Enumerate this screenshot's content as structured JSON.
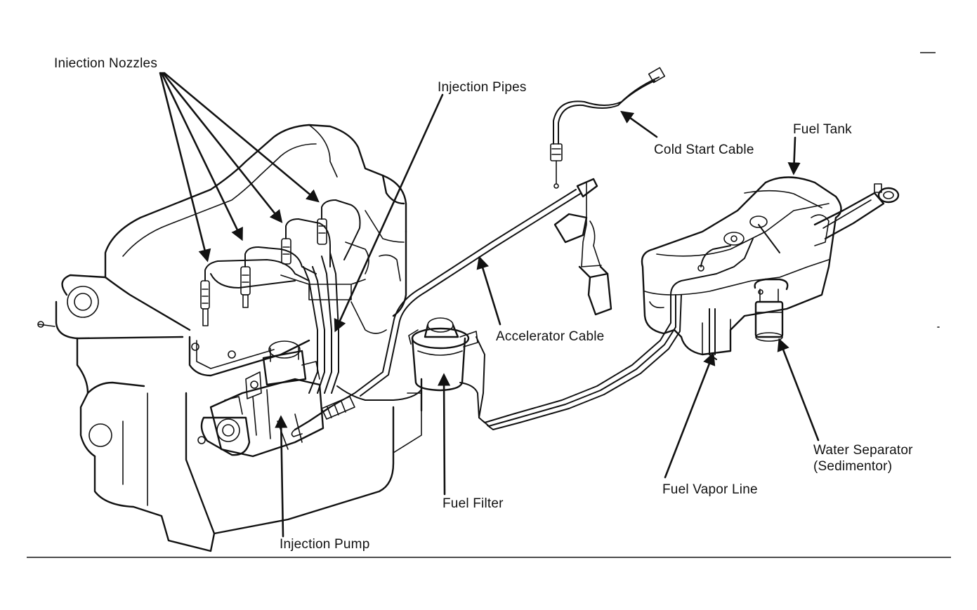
{
  "labels": {
    "injection_nozzles": "Iniection Nozzles",
    "injection_pipes": "Injection Pipes",
    "cold_start_cable": "Cold Start Cable",
    "fuel_tank": "Fuel Tank",
    "accelerator_cable": "Accelerator Cable",
    "injection_pump": "Injection Pump",
    "fuel_filter": "Fuel Filter",
    "fuel_vapor_line": "Fuel Vapor Line",
    "water_separator_line1": "Water Separator",
    "water_separator_line2": "(Sedimentor)"
  },
  "colors": {
    "ink": "#111111",
    "paper": "#ffffff"
  }
}
